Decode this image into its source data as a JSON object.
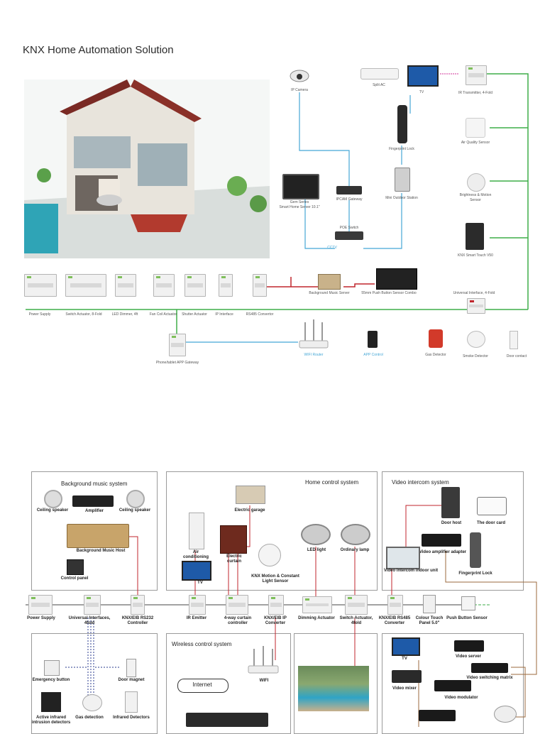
{
  "top": {
    "title": "KNX Home Automation Solution",
    "devices": {
      "ip_camera": "IP Camera",
      "split_ac": "Split AC",
      "tv": "TV",
      "ir_transmitter": "IR Transmitter, 4-Fold",
      "fingerprint_lock": "Fingerprint Lock",
      "air_quality": "Air Quality Sensor",
      "ipcam_gateway": "IPCAM Gateway",
      "mini_outdoor": "Mini Outdoor Station",
      "brightness_motion_1": "Brightness & Motion",
      "brightness_motion_2": "Sensor",
      "gem_series_1": "Gem Series",
      "gem_series_2": "Smart Home Server 10.1\"",
      "poe_switch": "POE Switch",
      "knx_touch": "KNX Smart Touch V50",
      "background_music_server": "Background Music Server",
      "push_button_combo": "55mm Push Button Sensor Combo",
      "universal_interface": "Universal Interface, 4-Fold",
      "power_supply": "Power Supply",
      "switch_actuator": "Switch Actuator, 8-Fold",
      "led_dimmer": "LED Dimmer, 4ft",
      "fan_coil": "Fan Coil Actuator",
      "shutter": "Shutter Actuator",
      "ip_interface": "IP Interface",
      "rs485": "RS485 Convertor",
      "phone_gateway": "Phone/tablet APP Gateway",
      "wifi_router": "WIFI Router",
      "app_control": "APP Control",
      "gas_detector": "Gas Detector",
      "smoke_detector": "Smoke Detector",
      "door_contact": "Door contact",
      "cable_label": "CCTV"
    }
  },
  "bottom": {
    "sections": {
      "background_music": "Background music system",
      "home_control": "Home control system",
      "video_intercom": "Video intercom system",
      "wireless": "Wireless control system"
    },
    "labels": {
      "ceiling_speaker_l": "Ceiling speaker",
      "amplifier": "Amplifier",
      "ceiling_speaker_r": "Ceiling speaker",
      "bg_music_host": "Background Music Host",
      "control_panel": "Control panel",
      "electric_garage": "Electric garage",
      "air_conditioning_1": "Air",
      "air_conditioning_2": "conditioning",
      "electric_curtain_1": "Electric",
      "electric_curtain_2": "curtain",
      "tv": "TV",
      "motion_sensor_1": "KNX Motion & Constant",
      "motion_sensor_2": "Light Sensor",
      "led_light": "LED light",
      "ordinary_lamp": "Ordinary lamp",
      "door_host": "Door host",
      "door_card": "The door card",
      "video_amp": "Video amplifier adapter",
      "intercom_indoor": "Video intercom indoor unit",
      "fingerprint_lock": "Fingerprint Lock",
      "power_supply": "Power Supply",
      "universal_1": "Universal Interfaces,",
      "universal_2": "4fold",
      "rs232_1": "KNX/EIB RS232",
      "rs232_2": "Controller",
      "ir_emitter": "IR Emitter",
      "curtain_1": "4-way curtain",
      "curtain_2": "controller",
      "ip_conv_1": "KNX/EIB IP",
      "ip_conv_2": "Converter",
      "dimming": "Dimming Actuator",
      "switch_1": "Switch Actuator,",
      "switch_2": "4fold",
      "rs485_1": "KNX/EIB RS485",
      "rs485_2": "Converter",
      "touch_1": "Colour Touch",
      "touch_2": "Panel 5.0\"",
      "push_button": "Push Button Sensor",
      "emergency": "Emergency button",
      "door_magnet": "Door magnet",
      "active_ir_1": "Active infrared",
      "active_ir_2": "intrusion detectors",
      "gas": "Gas detection",
      "infrared": "Infrared Detectors",
      "internet": "Internet",
      "wifi": "WIFI",
      "tv2": "TV",
      "video_server": "Video server",
      "video_matrix": "Video switching matrix",
      "video_mixer": "Video mixer",
      "video_modulator": "Video modulator"
    }
  },
  "colors": {
    "green": "#3fae49",
    "red": "#c0262d",
    "blue": "#45a7d6",
    "brown": "#9b6a3c",
    "navy": "#2a3b8f"
  }
}
